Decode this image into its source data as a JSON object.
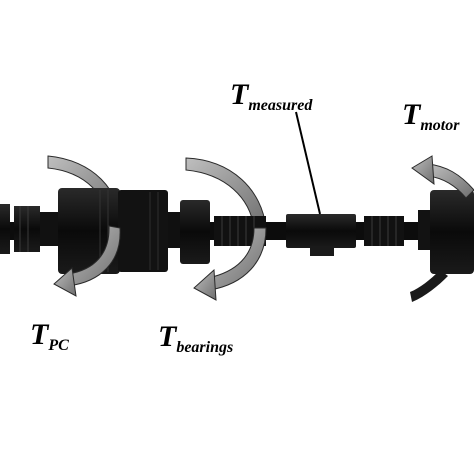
{
  "labels": {
    "t_pc": {
      "main": "T",
      "sub": "PC"
    },
    "t_bearings": {
      "main": "T",
      "sub": "bearings"
    },
    "t_measured": {
      "main": "T",
      "sub": "measured"
    },
    "t_motor": {
      "main": "T",
      "sub": "motor"
    }
  },
  "colors": {
    "shaft": "#0c0c0c",
    "ring_dark": "#1e1e1e",
    "arrow_fill": "#9a9a9a",
    "arrow_stroke": "#2a2a2a"
  }
}
